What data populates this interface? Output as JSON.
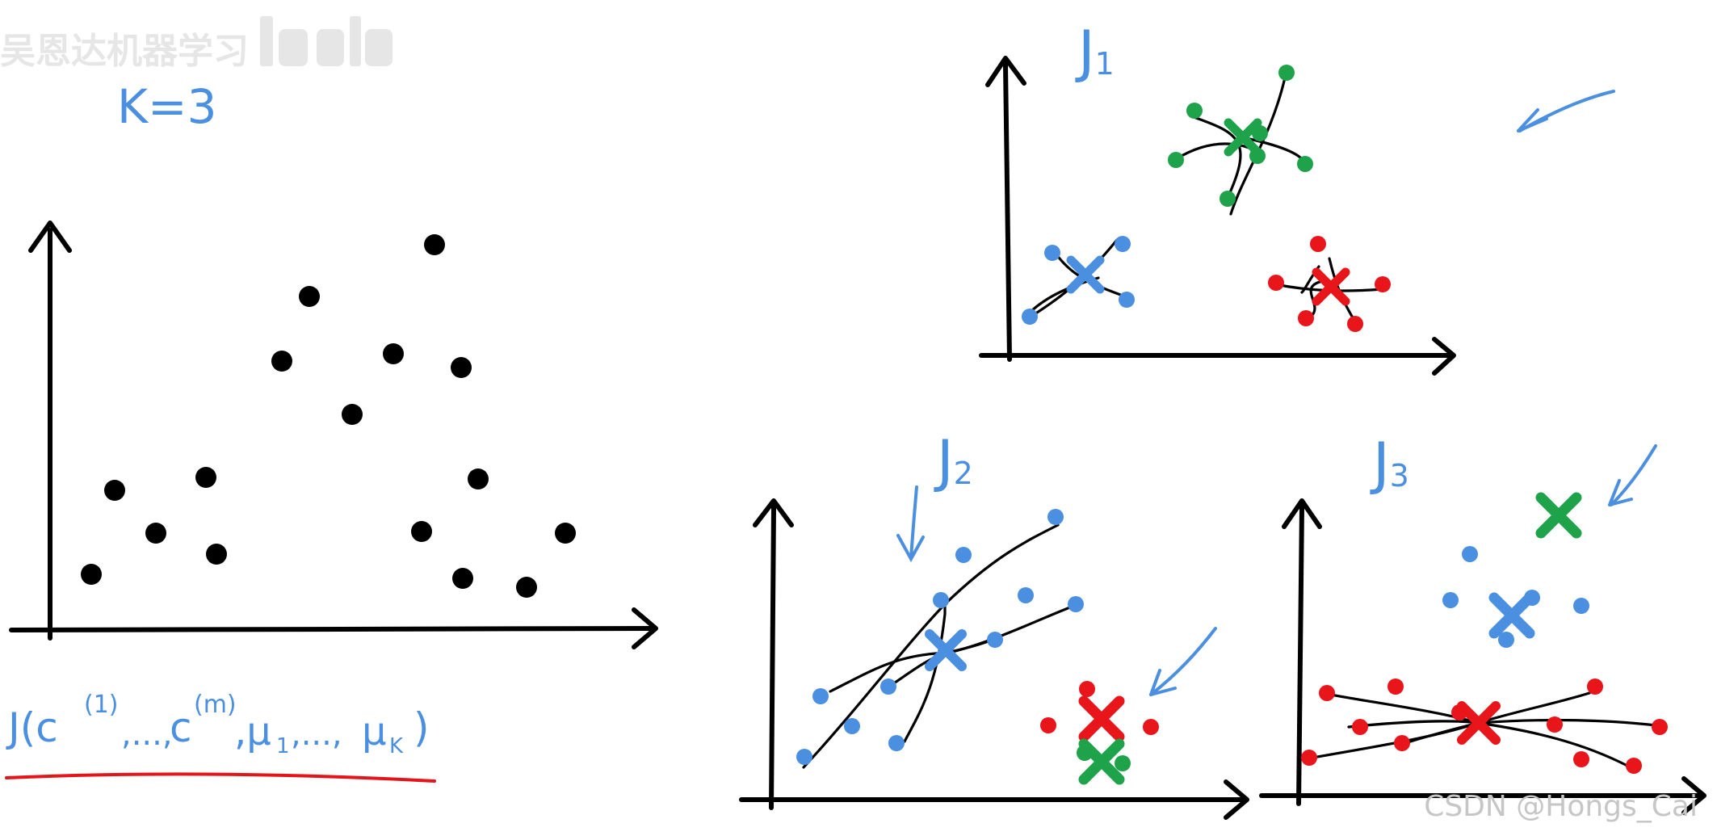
{
  "watermark": "吴恩达机器学习",
  "k_label": "K=3",
  "cost_fn": {
    "J": "J(c",
    "c1_sup": "(1)",
    "dots1": ",...,",
    "c2": "c",
    "cm_sup": "(m)",
    "mu1": ",μ",
    "mu1_sub": "1",
    "dots2": ",...,",
    "muk": "μ",
    "muk_sub": "K",
    "close": ")"
  },
  "panels": {
    "j1": {
      "base": "J",
      "sub": "1"
    },
    "j2": {
      "base": "J",
      "sub": "2"
    },
    "j3": {
      "base": "J",
      "sub": "3"
    }
  },
  "credit": "CSDN @Hongs_Cai",
  "colors": {
    "black": "#000000",
    "blue": "#4a8fe0",
    "green": "#1ea34a",
    "red": "#e8151b",
    "underline": "#e3141a"
  },
  "icons": [
    "cross-centroid-icon",
    "arrow-pointer-icon"
  ]
}
